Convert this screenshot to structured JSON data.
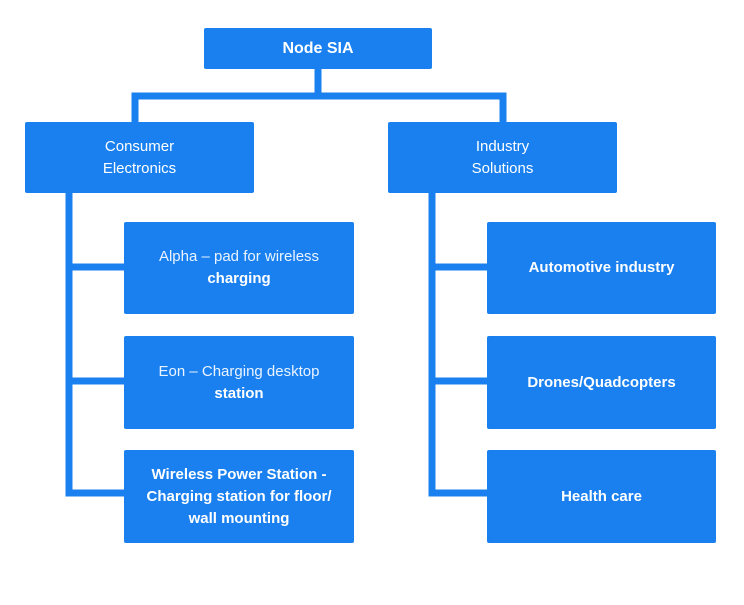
{
  "colors": {
    "node_fill": "#1a80ef",
    "connector": "#1a80ef",
    "text": "#ffffff",
    "background": "#ffffff"
  },
  "root": {
    "label": "Node SIA"
  },
  "branches": [
    {
      "label_line1": "Consumer",
      "label_line2": "Electronics",
      "children": [
        {
          "line1": "Alpha – pad for wireless",
          "line2": "charging"
        },
        {
          "line1": "Eon – Charging desktop",
          "line2": "station"
        },
        {
          "line1": "Wireless Power Station -",
          "line2": "Charging station for floor/",
          "line3": "wall mounting"
        }
      ]
    },
    {
      "label_line1": "Industry",
      "label_line2": "Solutions",
      "children": [
        {
          "line1": "Automotive industry"
        },
        {
          "line1": "Drones/Quadcopters"
        },
        {
          "line1": "Health care"
        }
      ]
    }
  ]
}
